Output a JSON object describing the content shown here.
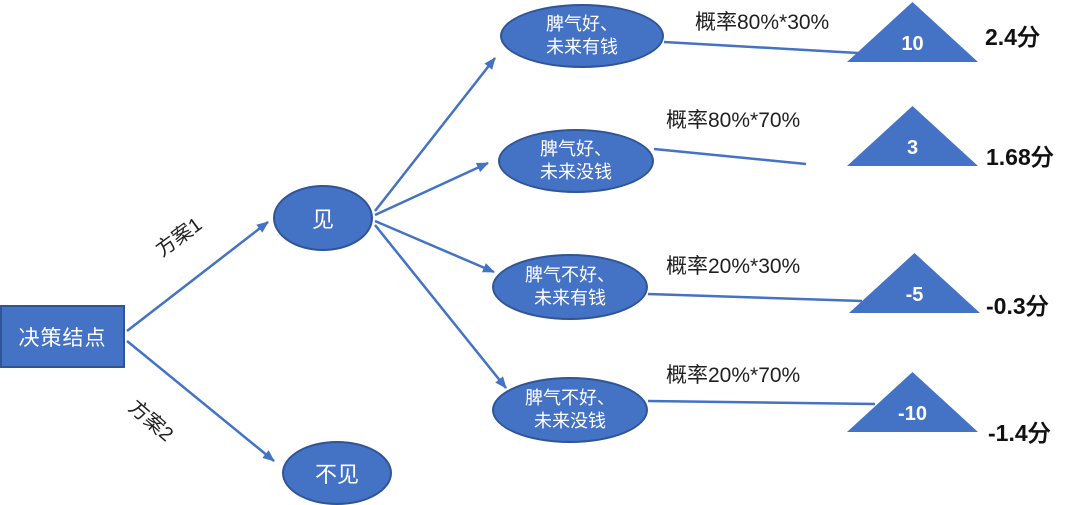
{
  "tree": {
    "root_label": "决策结点",
    "branches": [
      {
        "label": "方案1",
        "node_label": "见"
      },
      {
        "label": "方案2",
        "node_label": "不见"
      }
    ],
    "outcomes": [
      {
        "name_line1": "脾气好、",
        "name_line2": "未来有钱",
        "probability": "概率80%*30%",
        "value": "10",
        "score": "2.4分"
      },
      {
        "name_line1": "脾气好、",
        "name_line2": "未来没钱",
        "probability": "概率80%*70%",
        "value": "3",
        "score": "1.68分"
      },
      {
        "name_line1": "脾气不好、",
        "name_line2": "未来有钱",
        "probability": "概率20%*30%",
        "value": "-5",
        "score": "-0.3分"
      },
      {
        "name_line1": "脾气不好、",
        "name_line2": "未来没钱",
        "probability": "概率20%*70%",
        "value": "-10",
        "score": "-1.4分"
      }
    ],
    "colors": {
      "node_fill": "#4472C4",
      "node_border": "#2F5597",
      "connector": "#4472C4",
      "node_text": "#FFFFFF",
      "annotation_text": "#1F1F1F"
    }
  }
}
